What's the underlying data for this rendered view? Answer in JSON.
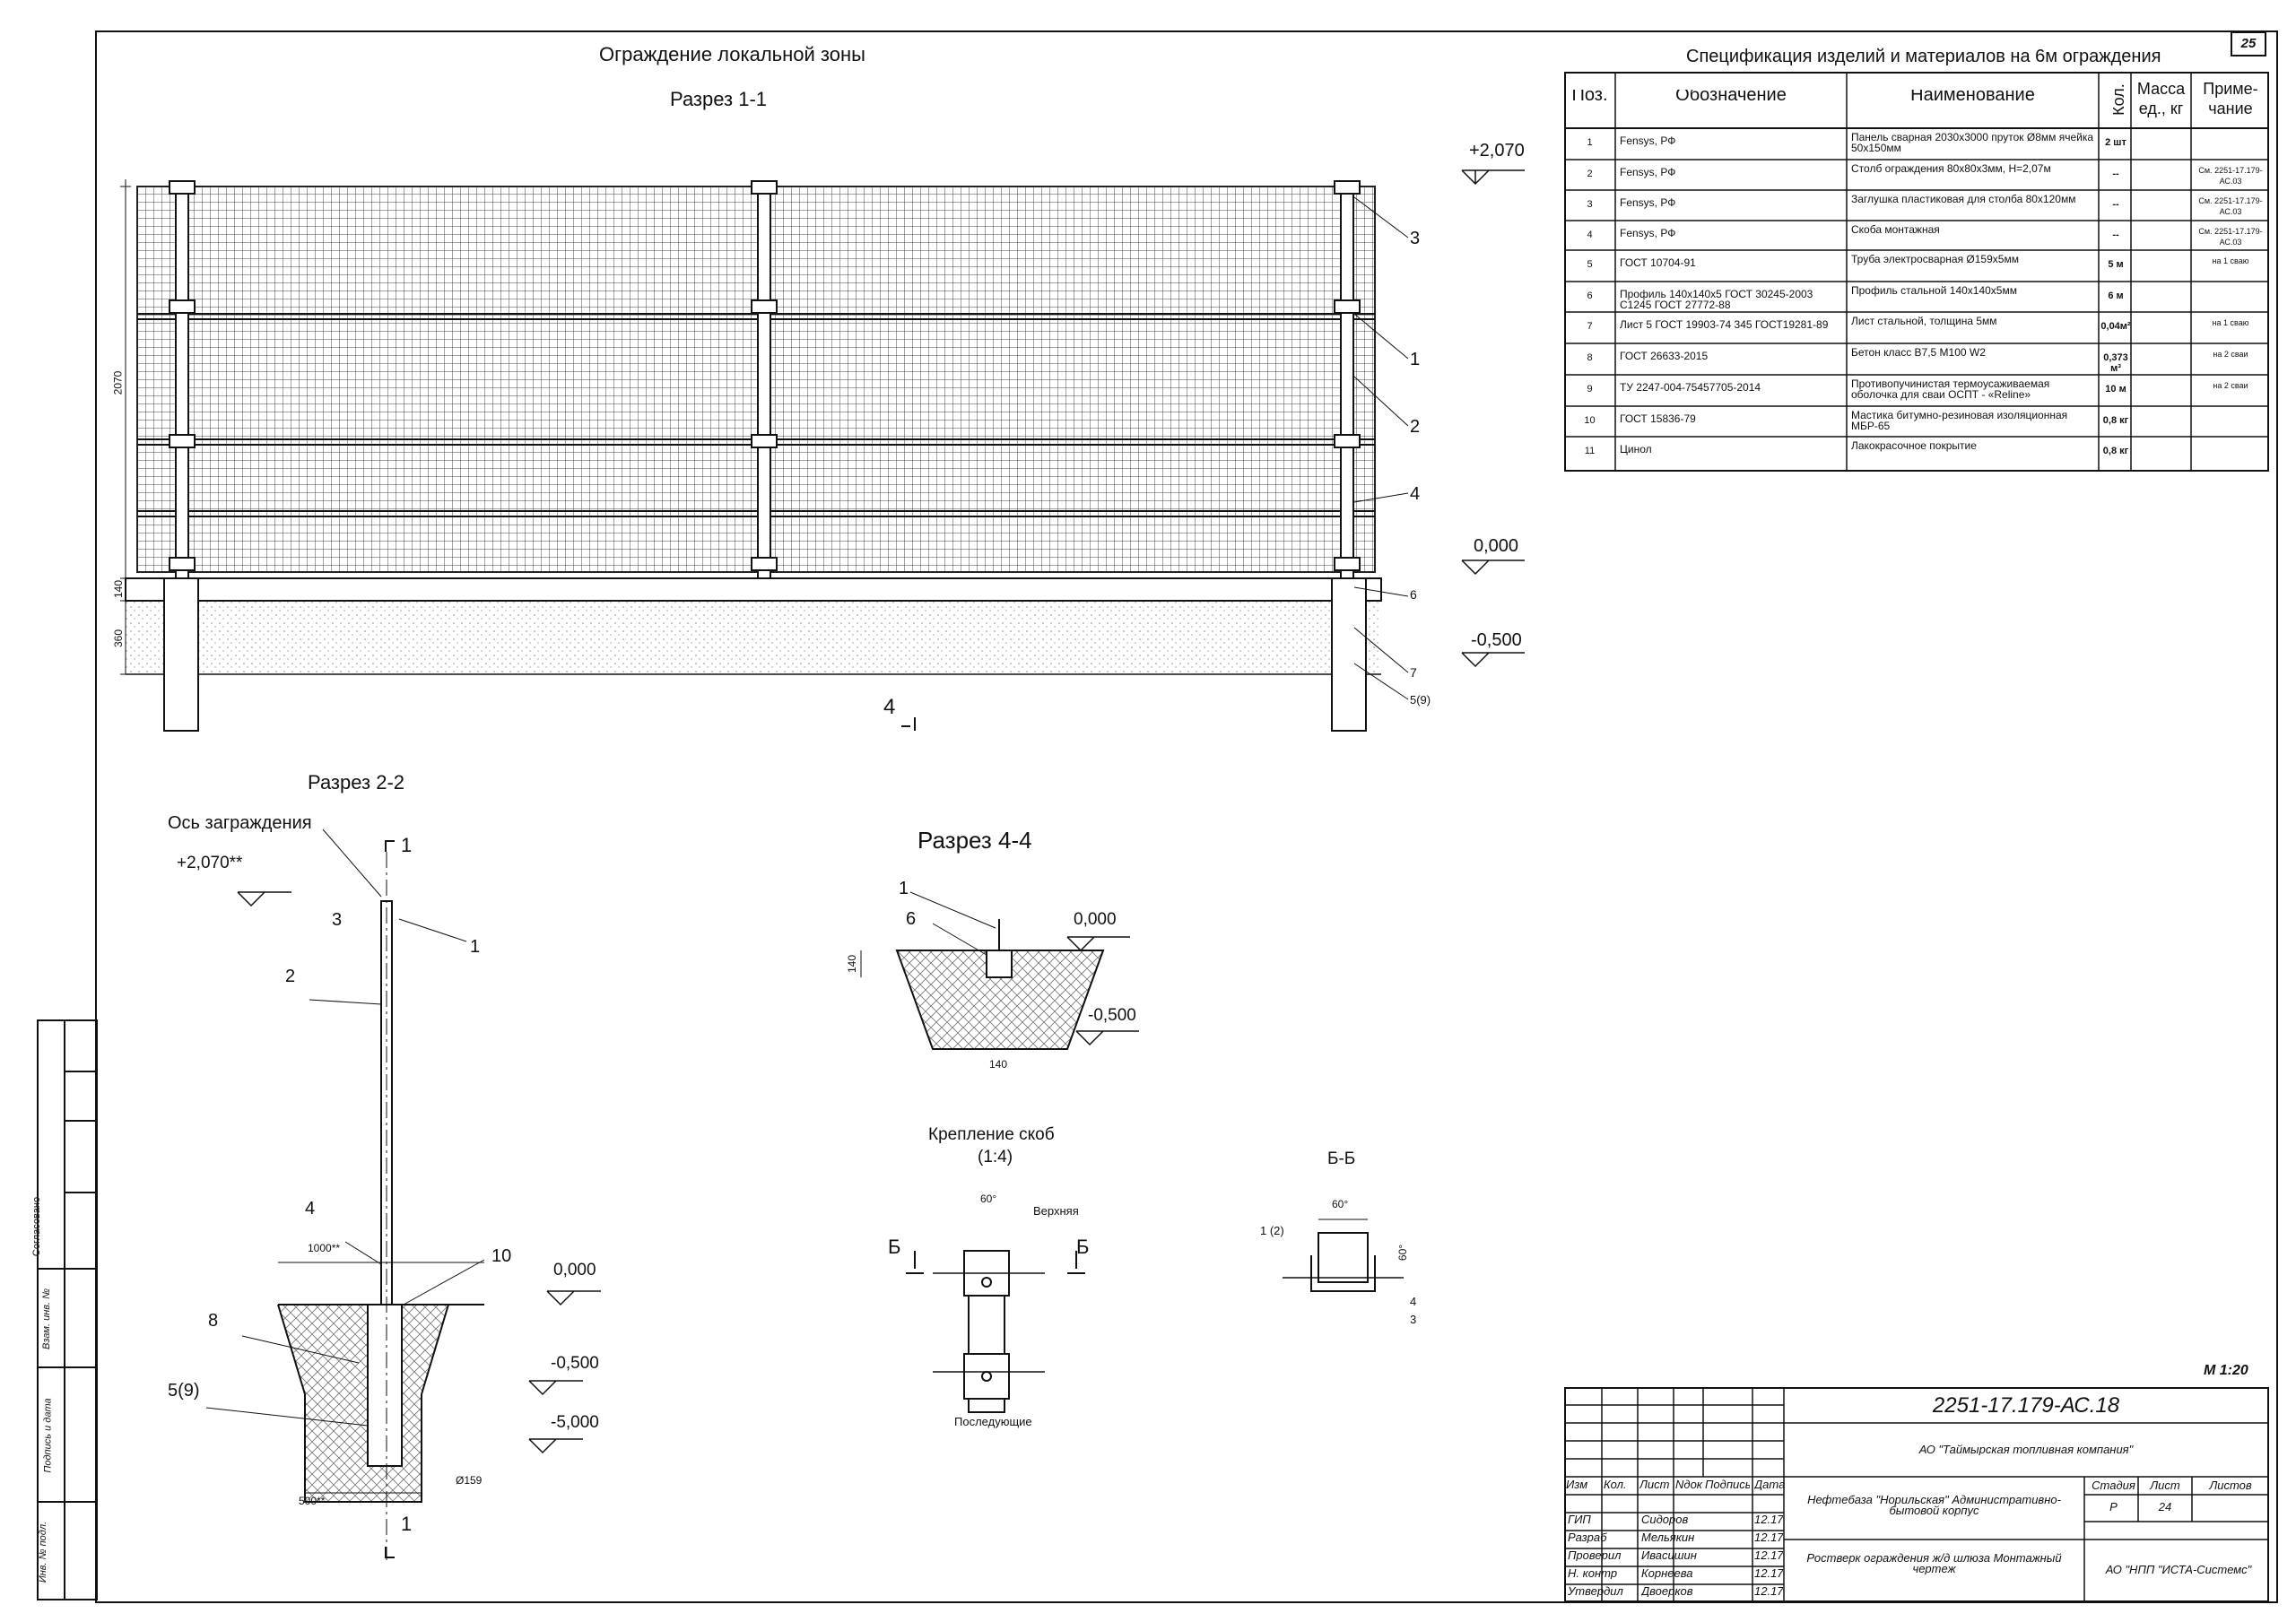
{
  "drawing": {
    "title": "Ограждение локальной зоны",
    "section_1_1": "Разрез 1-1",
    "section_2_2": "Разрез 2-2",
    "section_4_4": "Разрез 4-4",
    "fastening_title": "Крепление скоб",
    "fastening_scale": "(1:4)",
    "section_bb": "Б-Б",
    "axis_label": "Ось заграждения",
    "scale": "М 1:20",
    "page_number": "25"
  },
  "elevations": {
    "top": "+2,070",
    "top_2_2": "+2,070**",
    "zero": "0,000",
    "minus_05": "-0,500",
    "minus_5": "-5,000"
  },
  "dims": {
    "h2070": "2070",
    "h140": "140",
    "h360": "360",
    "d1000": "1000**",
    "d500": "500**",
    "d159": "Ø159",
    "d140a": "140",
    "d140b": "140",
    "d60a": "60°",
    "d60b": "60°",
    "d60c": "60°"
  },
  "callouts": {
    "s11": [
      "3",
      "1",
      "2",
      "4",
      "6",
      "7",
      "5(9)"
    ],
    "s22": [
      "1",
      "3",
      "1",
      "2",
      "4",
      "10",
      "8",
      "5(9)",
      "1"
    ],
    "s44": [
      "1",
      "6"
    ],
    "cut4": "4",
    "bb": [
      "1 (2)",
      "4",
      "3"
    ],
    "fastening": [
      "Верхняя",
      "Последующие",
      "Б",
      "Б"
    ]
  },
  "spec": {
    "title": "Спецификация изделий и материалов на 6м ограждения",
    "headers": [
      "Поз.",
      "Обозначение",
      "Наименование",
      "Кол.",
      "Масса ед., кг",
      "Приме- чание"
    ],
    "rows": [
      {
        "pos": "1",
        "code": "Fensys, РФ",
        "name": "Панель сварная 2030х3000 пруток Ø8мм ячейка 50х150мм",
        "qty": "2 шт",
        "note": ""
      },
      {
        "pos": "2",
        "code": "Fensys, РФ",
        "name": "Столб ограждения 80х80х3мм, Н=2,07м",
        "qty": "--",
        "note": "См. 2251-17.179-АС.03"
      },
      {
        "pos": "3",
        "code": "Fensys, РФ",
        "name": "Заглушка пластиковая для столба 80х120мм",
        "qty": "--",
        "note": "См. 2251-17.179-АС.03"
      },
      {
        "pos": "4",
        "code": "Fensys, РФ",
        "name": "Скоба монтажная",
        "qty": "--",
        "note": "См. 2251-17.179-АС.03"
      },
      {
        "pos": "5",
        "code": "ГОСТ 10704-91",
        "name": "Труба электросварная Ø159х5мм",
        "qty": "5 м",
        "note": "на 1 сваю"
      },
      {
        "pos": "6",
        "code": "Профиль 140х140х5 ГОСТ 30245-2003 С1245 ГОСТ 27772-88",
        "name": "Профиль стальной 140х140х5мм",
        "qty": "6 м",
        "note": ""
      },
      {
        "pos": "7",
        "code": "Лист 5 ГОСТ 19903-74 345 ГОСТ19281-89",
        "name": "Лист стальной, толщина 5мм",
        "qty": "0,04м²",
        "note": "на 1 сваю"
      },
      {
        "pos": "8",
        "code": "ГОСТ 26633-2015",
        "name": "Бетон класс В7,5 М100 W2",
        "qty": "0,373 м³",
        "note": "на 2 сваи"
      },
      {
        "pos": "9",
        "code": "ТУ 2247-004-75457705-2014",
        "name": "Противопучинистая термоусаживаемая оболочка для сваи ОСПТ - «Reline»",
        "qty": "10 м",
        "note": "на 2 сваи"
      },
      {
        "pos": "10",
        "code": "ГОСТ 15836-79",
        "name": "Мастика битумно-резиновая изоляционная МБР-65",
        "qty": "0,8 кг",
        "note": ""
      },
      {
        "pos": "11",
        "code": "Цинол",
        "name": "Лакокрасочное покрытие",
        "qty": "0,8 кг",
        "note": ""
      }
    ]
  },
  "stamp": {
    "code": "2251-17.179-АС.18",
    "company": "АО \"Таймырская топливная компания\"",
    "object": "Нефтебаза \"Норильская\" Административно-бытовой корпус",
    "sheet_title": "Ростверк ограждения ж/д шлюза Монтажный чертеж",
    "developer": "АО \"НПП \"ИСТА-Системс\"",
    "stage_label": "Стадия",
    "sheet_label": "Лист",
    "sheets_label": "Листов",
    "stage": "Р",
    "sheet": "24",
    "col_headers": [
      "Изм",
      "Кол.",
      "Лист",
      "Nдок",
      "Подпись",
      "Дата"
    ],
    "people": [
      {
        "role": "ГИП",
        "name": "Сидоров",
        "date": "12.17"
      },
      {
        "role": "Разраб",
        "name": "Мельякин",
        "date": "12.17"
      },
      {
        "role": "Проверил",
        "name": "Ивасишин",
        "date": "12.17"
      },
      {
        "role": "Н. контр",
        "name": "Корнеева",
        "date": "12.17"
      },
      {
        "role": "Утвердил",
        "name": "Двоерков",
        "date": "12.17"
      }
    ]
  },
  "side_stamp": [
    "Согласовано",
    "Взам. инв. №",
    "Подпись и дата",
    "Инв. № подл."
  ]
}
